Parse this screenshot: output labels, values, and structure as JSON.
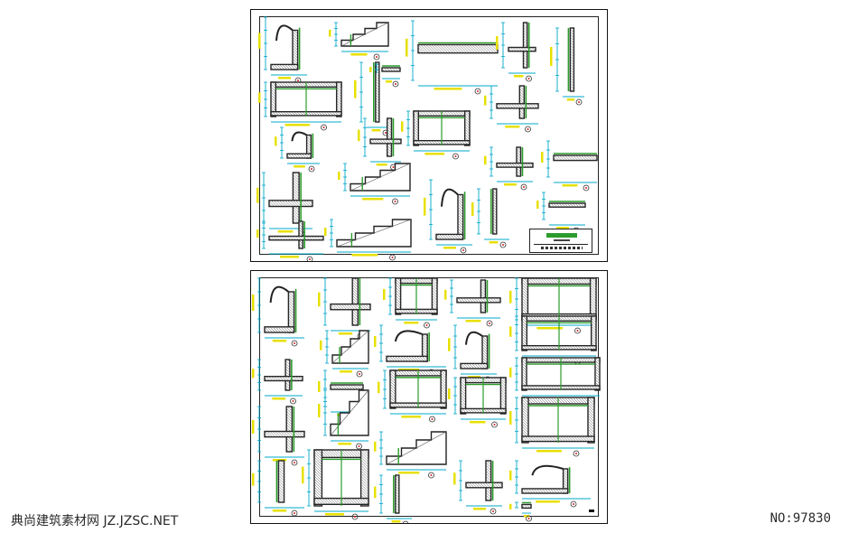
{
  "drawing": {
    "sheets": [
      {
        "id": "sheet-1"
      },
      {
        "id": "sheet-2"
      }
    ],
    "line_colors": {
      "frame": "#111111",
      "concrete": "#222222",
      "green": "#2c9c2c",
      "cyan": "#00a8c8",
      "yellow": "#e8e000",
      "red": "#d02020"
    }
  },
  "watermark": {
    "site_text": "典尚建筑素材网 JZ.JZSC.NET",
    "number_text": "NO:97830"
  }
}
